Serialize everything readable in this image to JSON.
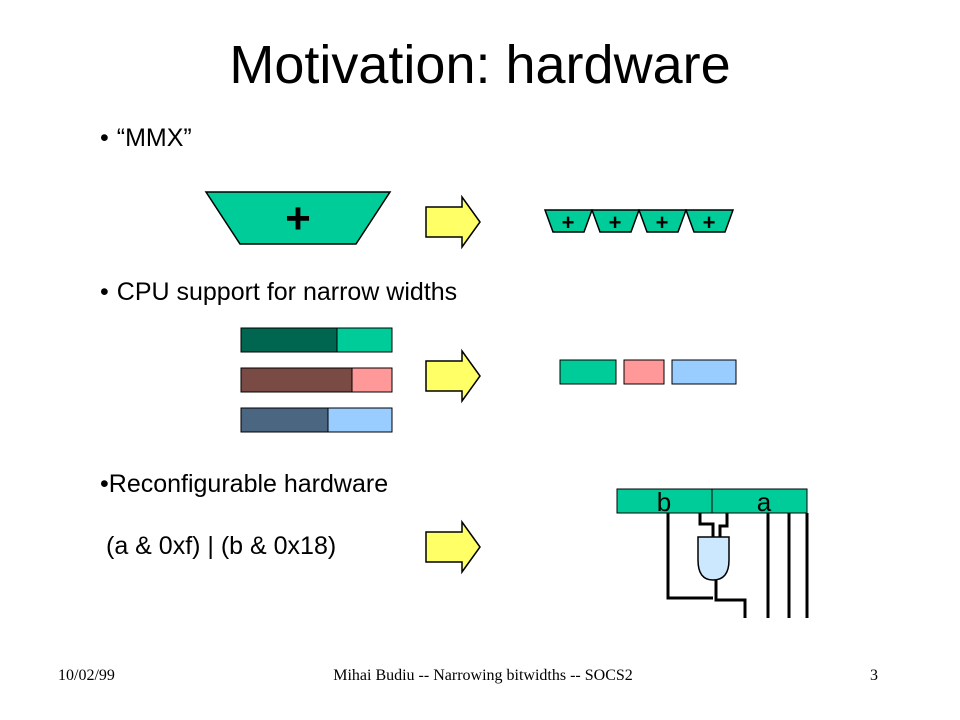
{
  "slide": {
    "title": "Motivation: hardware",
    "bullets": [
      "“MMX”",
      "CPU support for narrow widths",
      "Reconfigurable hardware"
    ],
    "expression": "(a & 0xf) | (b & 0x18)",
    "adder_symbol": "+",
    "small_adders": [
      "+",
      "+",
      "+",
      "+"
    ],
    "register_labels": [
      "b",
      "a"
    ]
  },
  "colors": {
    "teal": "#00cc99",
    "dark_teal": "#006650",
    "brown": "#7a4a45",
    "pink": "#ff9999",
    "slate": "#4a6680",
    "light_blue": "#99ccff",
    "arrow_yellow": "#ffff66",
    "gate_fill": "#cce8ff"
  },
  "icons": [
    "arrow-right-icon",
    "and-gate-icon"
  ],
  "footer": {
    "date": "10/02/99",
    "center": "Mihai Budiu -- Narrowing bitwidths -- SOCS2",
    "page": "3"
  }
}
